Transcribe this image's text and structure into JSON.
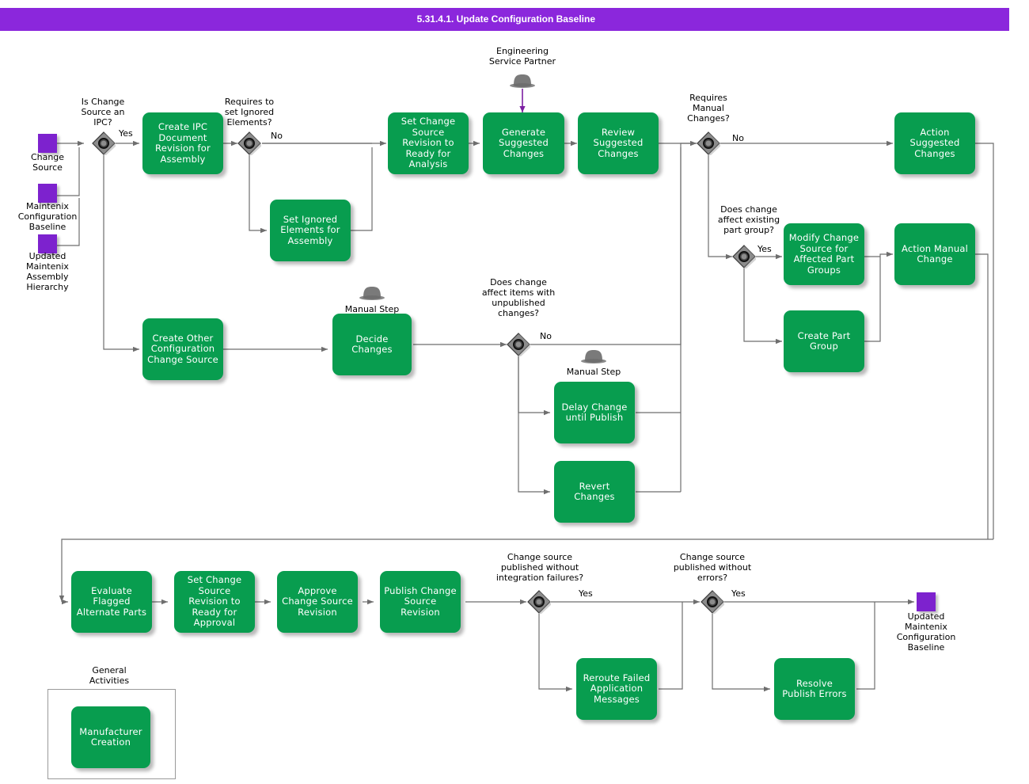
{
  "title": "5.31.4.1. Update Configuration Baseline",
  "theme": {
    "title_bar_color": "#8B27DC",
    "task_color": "#089D4F",
    "data_object_color": "#7D22CE",
    "gateway_color": "#8C8C8C",
    "connector_color": "#6E6E6E",
    "text_color": "#FFFFFF"
  },
  "data_objects": [
    {
      "id": "do-change-source",
      "label": "Change\nSource"
    },
    {
      "id": "do-maintenix-config-baseline",
      "label": "Maintenix\nConfiguration\nBaseline"
    },
    {
      "id": "do-updated-maintenix-assembly-hierarchy",
      "label": "Updated\nMaintenix\nAssembly\nHierarchy"
    },
    {
      "id": "do-updated-maintenix-config-baseline",
      "label": "Updated\nMaintenix\nConfiguration\nBaseline"
    }
  ],
  "gateways": [
    {
      "id": "gw-is-ipc",
      "question": "Is Change\nSource an\nIPC?",
      "branch": "Yes"
    },
    {
      "id": "gw-requires-ignored",
      "question": "Requires to\nset Ignored\nElements?",
      "branch": "No"
    },
    {
      "id": "gw-requires-manual",
      "question": "Requires\nManual\nChanges?",
      "branch": "No"
    },
    {
      "id": "gw-affects-part-group",
      "question": "Does change\naffect existing\npart group?",
      "branch": "Yes"
    },
    {
      "id": "gw-unpublished-changes",
      "question": "Does change\naffect items with\nunpublished\nchanges?",
      "branch": "No"
    },
    {
      "id": "gw-published-no-integration-failures",
      "question": "Change source\npublished without\nintegration failures?",
      "branch": "Yes"
    },
    {
      "id": "gw-published-no-errors",
      "question": "Change source\npublished without\nerrors?",
      "branch": "Yes"
    }
  ],
  "tasks": [
    {
      "id": "task-create-ipc-document-revision",
      "label": "Create IPC\nDocument\nRevision  for\nAssembly"
    },
    {
      "id": "task-set-ignored-elements",
      "label": "Set Ignored\nElements for\nAssembly"
    },
    {
      "id": "task-set-change-source-ready-analysis",
      "label": "Set Change\nSource Revision\nto Ready for\nAnalysis"
    },
    {
      "id": "task-generate-suggested-changes",
      "label": "Generate\nSuggested\nChanges"
    },
    {
      "id": "task-review-suggested-changes",
      "label": "Review\nSuggested\nChanges"
    },
    {
      "id": "task-action-suggested-changes",
      "label": "Action\nSuggested\nChanges"
    },
    {
      "id": "task-modify-change-source-part-groups",
      "label": "Modify Change\nSource for\nAffected Part\nGroups"
    },
    {
      "id": "task-action-manual-change",
      "label": "Action Manual\nChange"
    },
    {
      "id": "task-create-part-group",
      "label": "Create Part\nGroup"
    },
    {
      "id": "task-create-other-config-change-source",
      "label": "Create Other\nConfiguration\nChange Source"
    },
    {
      "id": "task-decide-changes",
      "label": "Decide Changes"
    },
    {
      "id": "task-delay-change-until-publish",
      "label": "Delay Change\nuntil Publish"
    },
    {
      "id": "task-revert-changes",
      "label": "Revert Changes"
    },
    {
      "id": "task-evaluate-flagged-alternate-parts",
      "label": "Evaluate\nFlagged\nAlternate Parts"
    },
    {
      "id": "task-set-change-source-ready-approval",
      "label": "Set Change\nSource Revision\nto Ready for\nApproval"
    },
    {
      "id": "task-approve-change-source-revision",
      "label": "Approve Change\nSource Revision"
    },
    {
      "id": "task-publish-change-source-revision",
      "label": "Publish Change\nSource Revision"
    },
    {
      "id": "task-reroute-failed-application-messages",
      "label": "Reroute Failed\nApplication\nMessages"
    },
    {
      "id": "task-resolve-publish-errors",
      "label": "Resolve Publish\nErrors"
    },
    {
      "id": "task-manufacturer-creation",
      "label": "Manufacturer\nCreation"
    }
  ],
  "annotations": [
    {
      "id": "ann-engineering-service-partner",
      "label": "Engineering\nService Partner"
    },
    {
      "id": "ann-manual-step-decide",
      "label": "Manual Step"
    },
    {
      "id": "ann-manual-step-delay",
      "label": "Manual Step"
    }
  ],
  "groups": [
    {
      "id": "group-general-activities",
      "label": "General\nActivities"
    }
  ]
}
